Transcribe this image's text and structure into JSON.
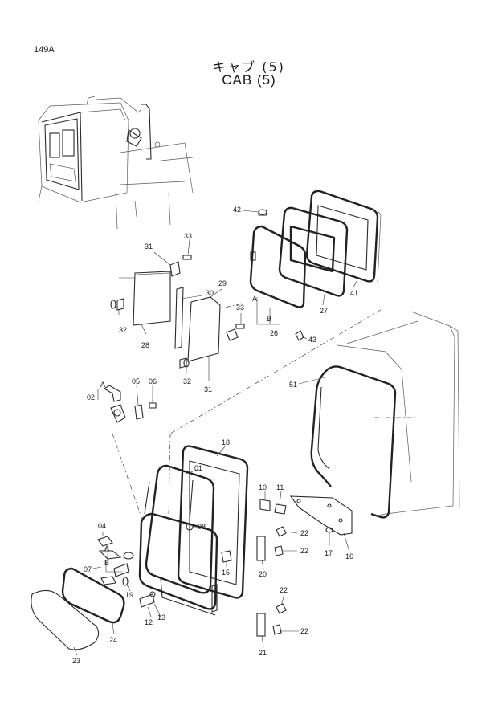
{
  "page": {
    "id": "149A"
  },
  "title": {
    "jp": "キャブ (5)",
    "en": "CAB (5)"
  },
  "callouts": {
    "c01": "01",
    "c02": "02",
    "c04": "04",
    "c05": "05",
    "c06": "06",
    "c07": "07",
    "c08": "08",
    "c10": "10",
    "c11": "11",
    "c12": "12",
    "c13": "13",
    "c15": "15",
    "c16": "16",
    "c17": "17",
    "c18": "18",
    "c19": "19",
    "c20": "20",
    "c21": "21",
    "c22a": "22",
    "c22b": "22",
    "c22c": "22",
    "c22d": "22",
    "c23": "23",
    "c24": "24",
    "c26": "26",
    "c27": "27",
    "c28": "28",
    "c29": "29",
    "c30": "30",
    "c31a": "31",
    "c31b": "31",
    "c32a": "32",
    "c32b": "32",
    "c33a": "33",
    "c33b": "33",
    "c41": "41",
    "c42": "42",
    "c43": "43",
    "c51": "51",
    "refA1": "A",
    "refB1": "B",
    "refA2": "A",
    "refA3": "A",
    "refB3": "B"
  }
}
